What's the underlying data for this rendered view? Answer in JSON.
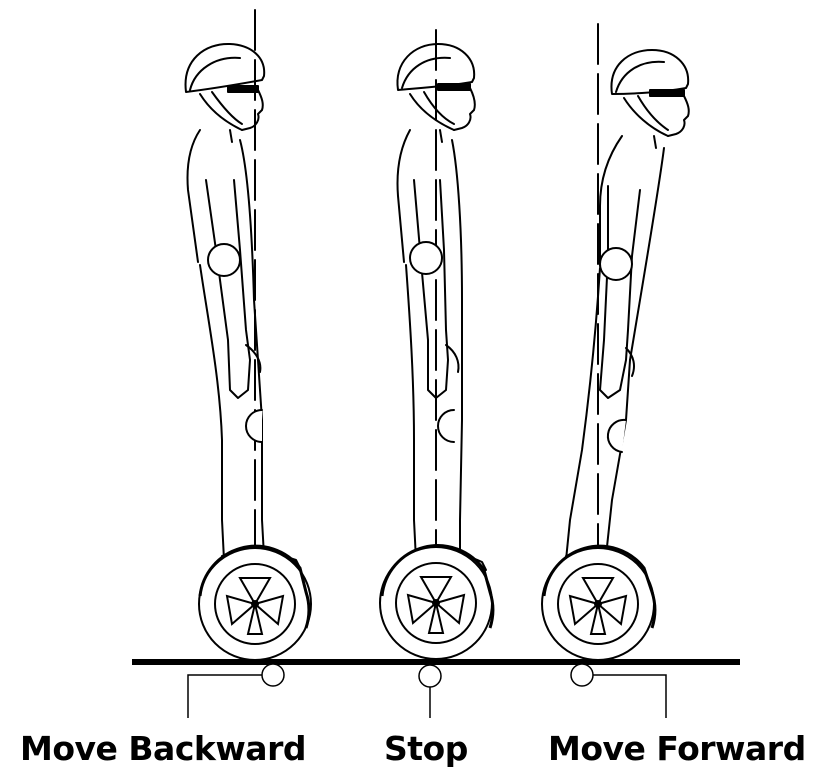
{
  "colors": {
    "line": "#000000",
    "background": "#ffffff"
  },
  "modes": [
    {
      "label": "Move Backward",
      "lean": "backward"
    },
    {
      "label": "Stop",
      "lean": "upright"
    },
    {
      "label": "Move Forward",
      "lean": "forward"
    }
  ]
}
